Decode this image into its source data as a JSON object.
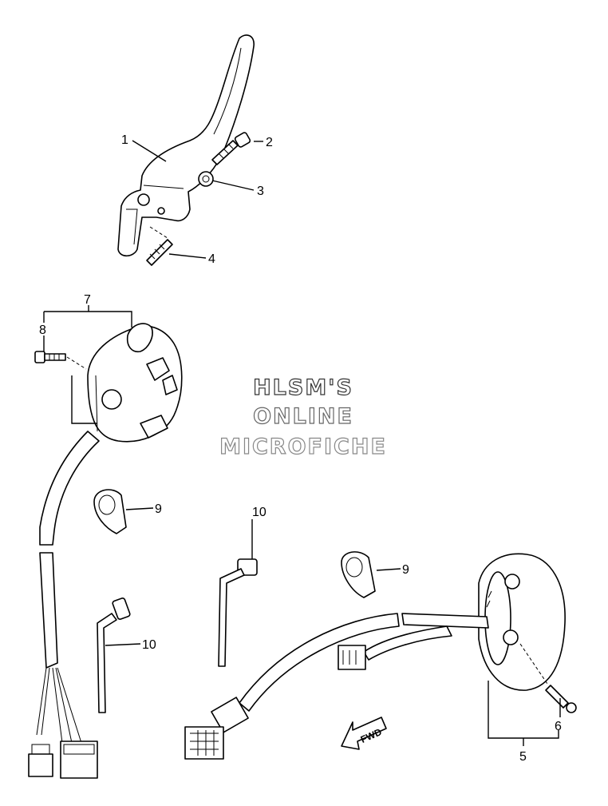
{
  "callouts": [
    "1",
    "2",
    "3",
    "4",
    "5",
    "6",
    "7",
    "8",
    "9",
    "10",
    "9",
    "10"
  ],
  "watermark": {
    "line1": "HLSM'S",
    "line2": "ONLINE",
    "line3": "MICROFICHE",
    "color1": "#333333",
    "color2": "#666666",
    "color3": "#888888"
  },
  "direction_badge": "FWD"
}
